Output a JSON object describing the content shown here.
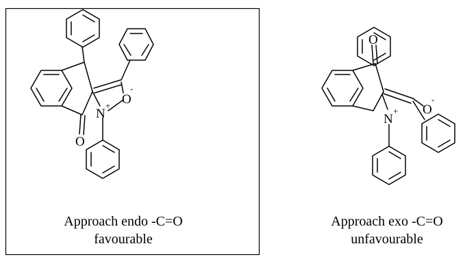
{
  "panels": [
    {
      "id": "endo",
      "boxed": true,
      "caption_line1": "Approach endo -C=O",
      "caption_line2": "favourable",
      "atoms": {
        "carbonyl_o": "O",
        "nitrogen": "N",
        "n_charge": "+",
        "oxide_o": "O",
        "o_charge": "-"
      }
    },
    {
      "id": "exo",
      "boxed": false,
      "caption_line1": "Approach exo -C=O",
      "caption_line2": "unfavourable",
      "atoms": {
        "carbonyl_o": "O",
        "nitrogen": "N",
        "n_charge": "+",
        "oxide_o": "O",
        "o_charge": "-"
      }
    }
  ],
  "style": {
    "line_color": "#000000",
    "background": "#ffffff"
  }
}
